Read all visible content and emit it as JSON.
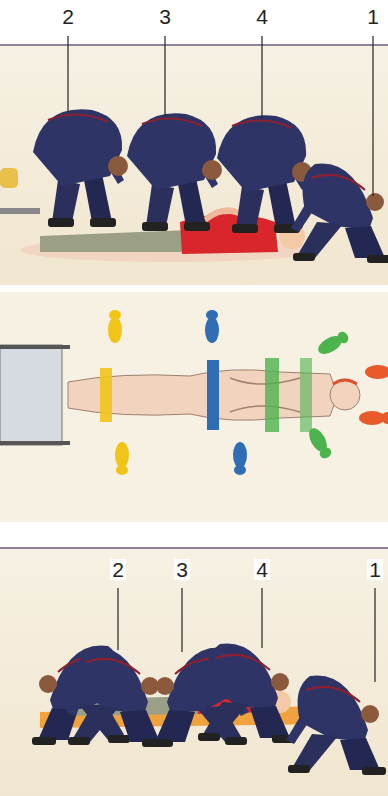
{
  "diagram": {
    "labels": [
      "2",
      "3",
      "4",
      "1",
      "2",
      "3",
      "4",
      "1"
    ]
  }
}
